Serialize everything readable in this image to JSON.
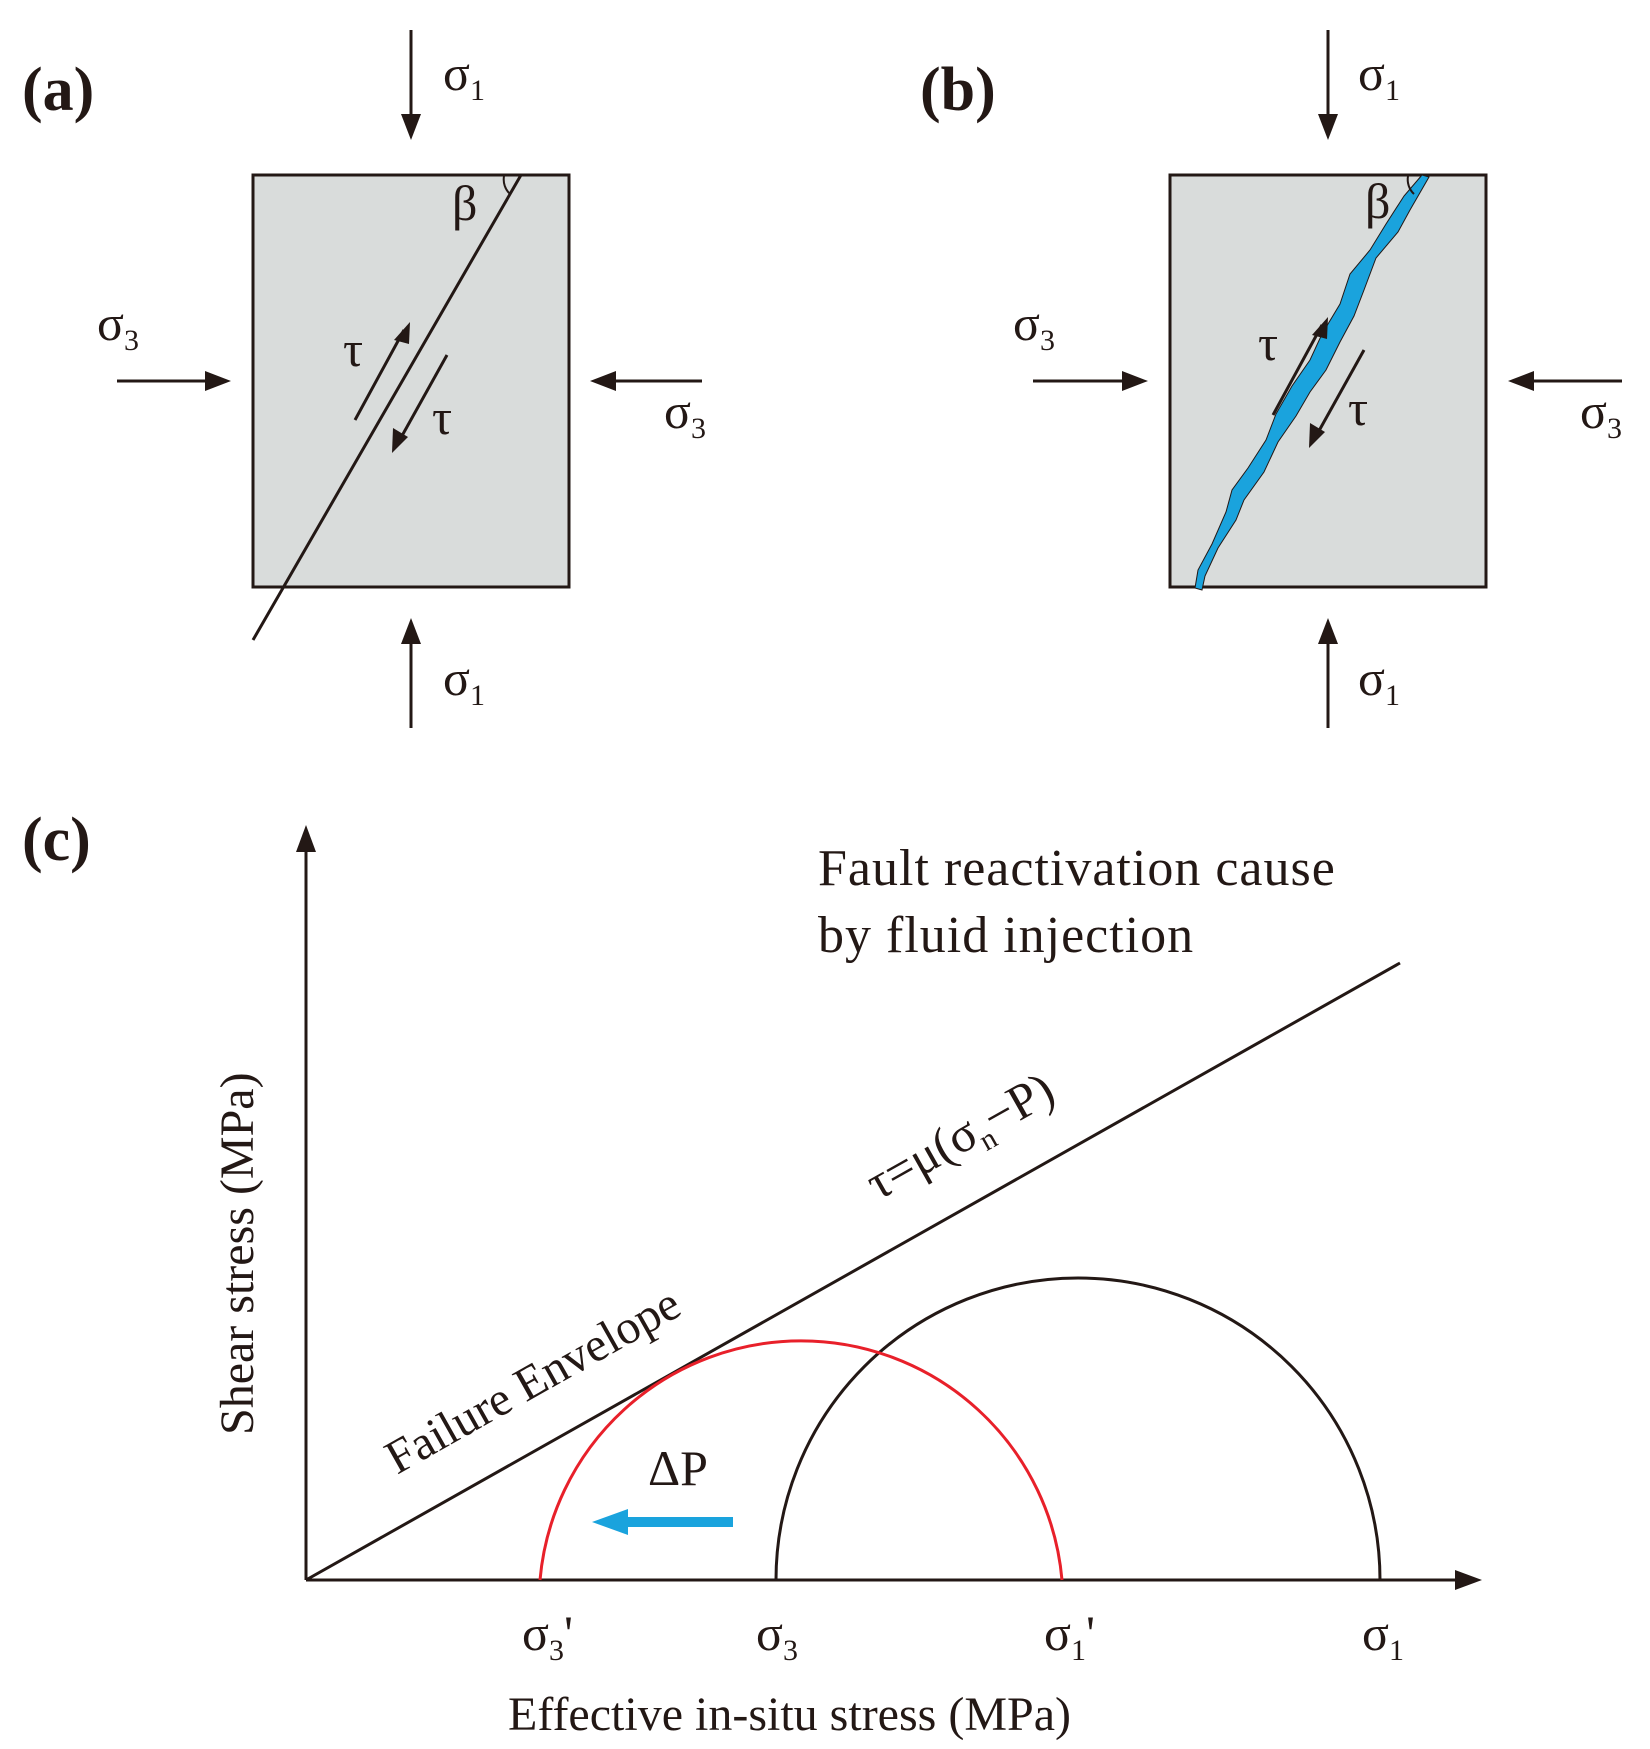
{
  "panels": {
    "a": {
      "label": "(a)",
      "sigma1_top": "σ",
      "sigma1_top_sub": "1",
      "sigma1_bottom": "σ",
      "sigma1_bottom_sub": "1",
      "sigma3_left": "σ",
      "sigma3_left_sub": "3",
      "sigma3_right": "σ",
      "sigma3_right_sub": "3",
      "beta": "β",
      "tau_upper": "τ",
      "tau_lower": "τ"
    },
    "b": {
      "label": "(b)",
      "sigma1_top": "σ",
      "sigma1_top_sub": "1",
      "sigma1_bottom": "σ",
      "sigma1_bottom_sub": "1",
      "sigma3_left": "σ",
      "sigma3_left_sub": "3",
      "sigma3_right": "σ",
      "sigma3_right_sub": "3",
      "beta": "β",
      "tau_upper": "τ",
      "tau_lower": "τ"
    },
    "c": {
      "label": "(c)",
      "title_line1": "Fault reactivation cause",
      "title_line2": "by fluid injection",
      "ylabel": "Shear stress (MPa)",
      "xlabel": "Effective in-situ stress  (MPa)",
      "envelope_label": "Failure Envelope",
      "equation_main": "τ=μ(σ",
      "equation_sub": "n",
      "equation_tail": "−P)",
      "delta_p": "ΔP",
      "tick_sigma3_prime": "σ",
      "tick_sigma3_prime_sub": "3",
      "tick_sigma3_prime_mark": "'",
      "tick_sigma3": "σ",
      "tick_sigma3_sub": "3",
      "tick_sigma1_prime": "σ",
      "tick_sigma1_prime_sub": "1",
      "tick_sigma1_prime_mark": "'",
      "tick_sigma1": "σ",
      "tick_sigma1_sub": "1"
    }
  },
  "colors": {
    "ink": "#231815",
    "rock": "#d9dcdb",
    "fluid": "#1aa3dd",
    "shifted_circle": "#e8202a",
    "original_circle": "#231815"
  }
}
